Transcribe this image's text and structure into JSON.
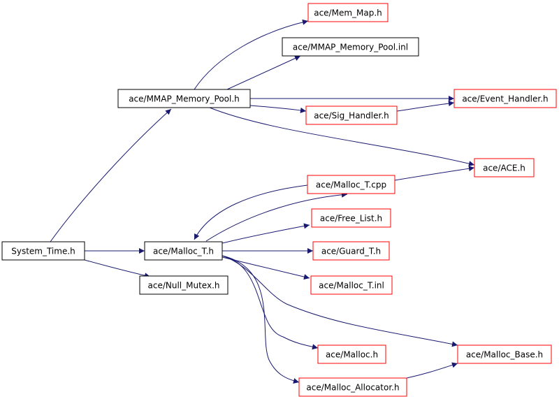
{
  "colors": {
    "root_fill": "#bfbfbf",
    "root_border": "#000000",
    "documented_border": "#000000",
    "undocumented_border": "#ff0000",
    "edge": "#191970"
  },
  "nodes": {
    "system_time": {
      "label": "System_Time.h",
      "kind": "root"
    },
    "mmap_memory_pool": {
      "label": "ace/MMAP_Memory_Pool.h",
      "kind": "documented"
    },
    "mem_map": {
      "label": "ace/Mem_Map.h",
      "kind": "undocumented"
    },
    "mmap_memory_pool_inl": {
      "label": "ace/MMAP_Memory_Pool.inl",
      "kind": "documented"
    },
    "event_handler": {
      "label": "ace/Event_Handler.h",
      "kind": "undocumented"
    },
    "sig_handler": {
      "label": "ace/Sig_Handler.h",
      "kind": "undocumented"
    },
    "ace": {
      "label": "ace/ACE.h",
      "kind": "undocumented"
    },
    "malloc_t_cpp": {
      "label": "ace/Malloc_T.cpp",
      "kind": "undocumented"
    },
    "free_list": {
      "label": "ace/Free_List.h",
      "kind": "undocumented"
    },
    "malloc_t": {
      "label": "ace/Malloc_T.h",
      "kind": "documented"
    },
    "guard_t": {
      "label": "ace/Guard_T.h",
      "kind": "undocumented"
    },
    "null_mutex": {
      "label": "ace/Null_Mutex.h",
      "kind": "documented"
    },
    "malloc_t_inl": {
      "label": "ace/Malloc_T.inl",
      "kind": "undocumented"
    },
    "malloc_h": {
      "label": "ace/Malloc.h",
      "kind": "undocumented"
    },
    "malloc_base": {
      "label": "ace/Malloc_Base.h",
      "kind": "undocumented"
    },
    "malloc_allocator": {
      "label": "ace/Malloc_Allocator.h",
      "kind": "undocumented"
    }
  },
  "edges": [
    [
      "system_time",
      "mmap_memory_pool"
    ],
    [
      "system_time",
      "malloc_t"
    ],
    [
      "system_time",
      "null_mutex"
    ],
    [
      "mmap_memory_pool",
      "mem_map"
    ],
    [
      "mmap_memory_pool",
      "mmap_memory_pool_inl"
    ],
    [
      "mmap_memory_pool",
      "event_handler"
    ],
    [
      "mmap_memory_pool",
      "sig_handler"
    ],
    [
      "mmap_memory_pool",
      "ace"
    ],
    [
      "sig_handler",
      "event_handler"
    ],
    [
      "malloc_t_cpp",
      "ace"
    ],
    [
      "malloc_t_cpp",
      "malloc_t"
    ],
    [
      "malloc_t",
      "malloc_t_cpp"
    ],
    [
      "malloc_t",
      "free_list"
    ],
    [
      "malloc_t",
      "guard_t"
    ],
    [
      "malloc_t",
      "malloc_t_inl"
    ],
    [
      "malloc_t",
      "malloc_base"
    ],
    [
      "malloc_t",
      "malloc_h"
    ],
    [
      "malloc_t",
      "malloc_allocator"
    ],
    [
      "malloc_allocator",
      "malloc_base"
    ]
  ]
}
